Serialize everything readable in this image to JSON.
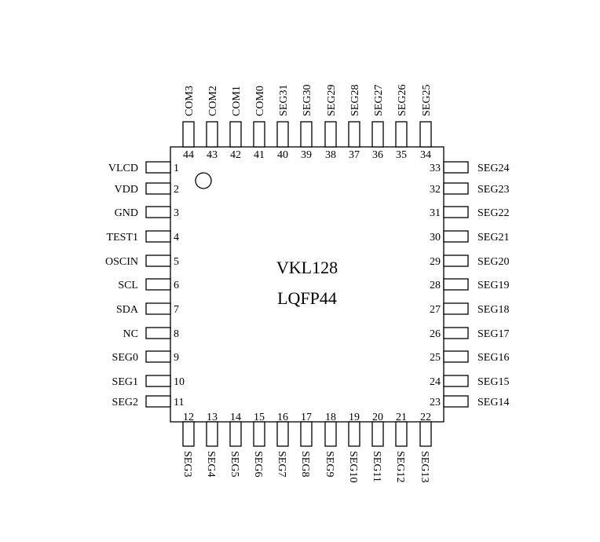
{
  "chip": {
    "name": "VKL128",
    "package": "LQFP44"
  },
  "pins": {
    "left": [
      {
        "num": "1",
        "name": "VLCD"
      },
      {
        "num": "2",
        "name": "VDD"
      },
      {
        "num": "3",
        "name": "GND"
      },
      {
        "num": "4",
        "name": "TEST1"
      },
      {
        "num": "5",
        "name": "OSCIN"
      },
      {
        "num": "6",
        "name": "SCL"
      },
      {
        "num": "7",
        "name": "SDA"
      },
      {
        "num": "8",
        "name": "NC"
      },
      {
        "num": "9",
        "name": "SEG0"
      },
      {
        "num": "10",
        "name": "SEG1"
      },
      {
        "num": "11",
        "name": "SEG2"
      }
    ],
    "bottom": [
      {
        "num": "12",
        "name": "SEG3"
      },
      {
        "num": "13",
        "name": "SEG4"
      },
      {
        "num": "14",
        "name": "SEG5"
      },
      {
        "num": "15",
        "name": "SEG6"
      },
      {
        "num": "16",
        "name": "SEG7"
      },
      {
        "num": "17",
        "name": "SEG8"
      },
      {
        "num": "18",
        "name": "SEG9"
      },
      {
        "num": "19",
        "name": "SEG10"
      },
      {
        "num": "20",
        "name": "SEG11"
      },
      {
        "num": "21",
        "name": "SEG12"
      },
      {
        "num": "22",
        "name": "SEG13"
      }
    ],
    "right": [
      {
        "num": "33",
        "name": "SEG24"
      },
      {
        "num": "32",
        "name": "SEG23"
      },
      {
        "num": "31",
        "name": "SEG22"
      },
      {
        "num": "30",
        "name": "SEG21"
      },
      {
        "num": "29",
        "name": "SEG20"
      },
      {
        "num": "28",
        "name": "SEG19"
      },
      {
        "num": "27",
        "name": "SEG18"
      },
      {
        "num": "26",
        "name": "SEG17"
      },
      {
        "num": "25",
        "name": "SEG16"
      },
      {
        "num": "24",
        "name": "SEG15"
      },
      {
        "num": "23",
        "name": "SEG14"
      }
    ],
    "top": [
      {
        "num": "44",
        "name": "COM3"
      },
      {
        "num": "43",
        "name": "COM2"
      },
      {
        "num": "42",
        "name": "COM1"
      },
      {
        "num": "41",
        "name": "COM0"
      },
      {
        "num": "40",
        "name": "SEG31"
      },
      {
        "num": "39",
        "name": "SEG30"
      },
      {
        "num": "38",
        "name": "SEG29"
      },
      {
        "num": "37",
        "name": "SEG28"
      },
      {
        "num": "36",
        "name": "SEG27"
      },
      {
        "num": "35",
        "name": "SEG26"
      },
      {
        "num": "34",
        "name": "SEG25"
      }
    ]
  }
}
